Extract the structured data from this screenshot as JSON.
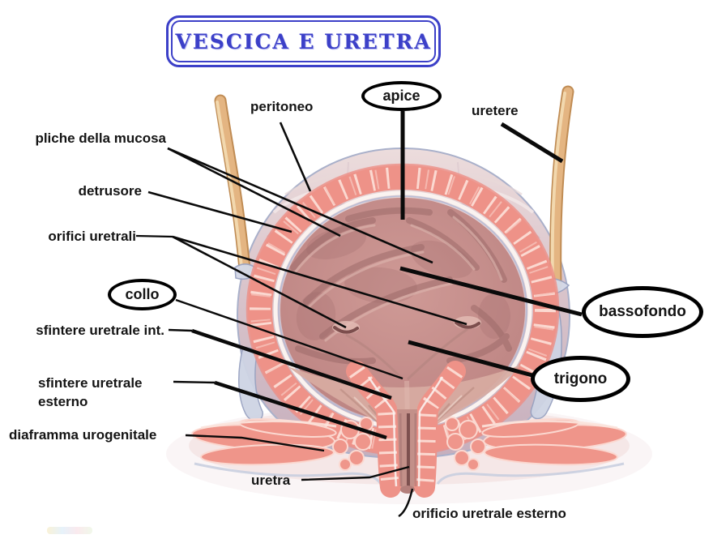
{
  "title": "VESCICA E URETRA",
  "annotations": {
    "peritoneo": "peritoneo",
    "apice": "apice",
    "uretere": "uretere",
    "pliche_della_mucosa": "pliche della mucosa",
    "detrusore": "detrusore",
    "orifici_uretrali": "orifici uretrali",
    "collo": "collo",
    "sfintere_uretrale_int": "sfintere uretrale int.",
    "sfintere_uretrale_esterno": "sfintere uretrale esterno",
    "diaframma_urogenitale": "diaframma urogenitale",
    "uretra": "uretra",
    "bassofondo": "bassofondo",
    "trigono": "trigono",
    "orificio_uretrale_esterno": "orificio uretrale esterno"
  },
  "colors": {
    "title_blue": "#3c40c8",
    "leader_line": "#0a0a0a",
    "muscle_salmon": "#ee9288",
    "muscle_separator": "#fbd9d1",
    "mucosa_rose": "#c18a87",
    "dome_lavender": "#d6c1c9",
    "serosa_blue": "#ced4e4",
    "ureter_tan": "#e4b582"
  }
}
